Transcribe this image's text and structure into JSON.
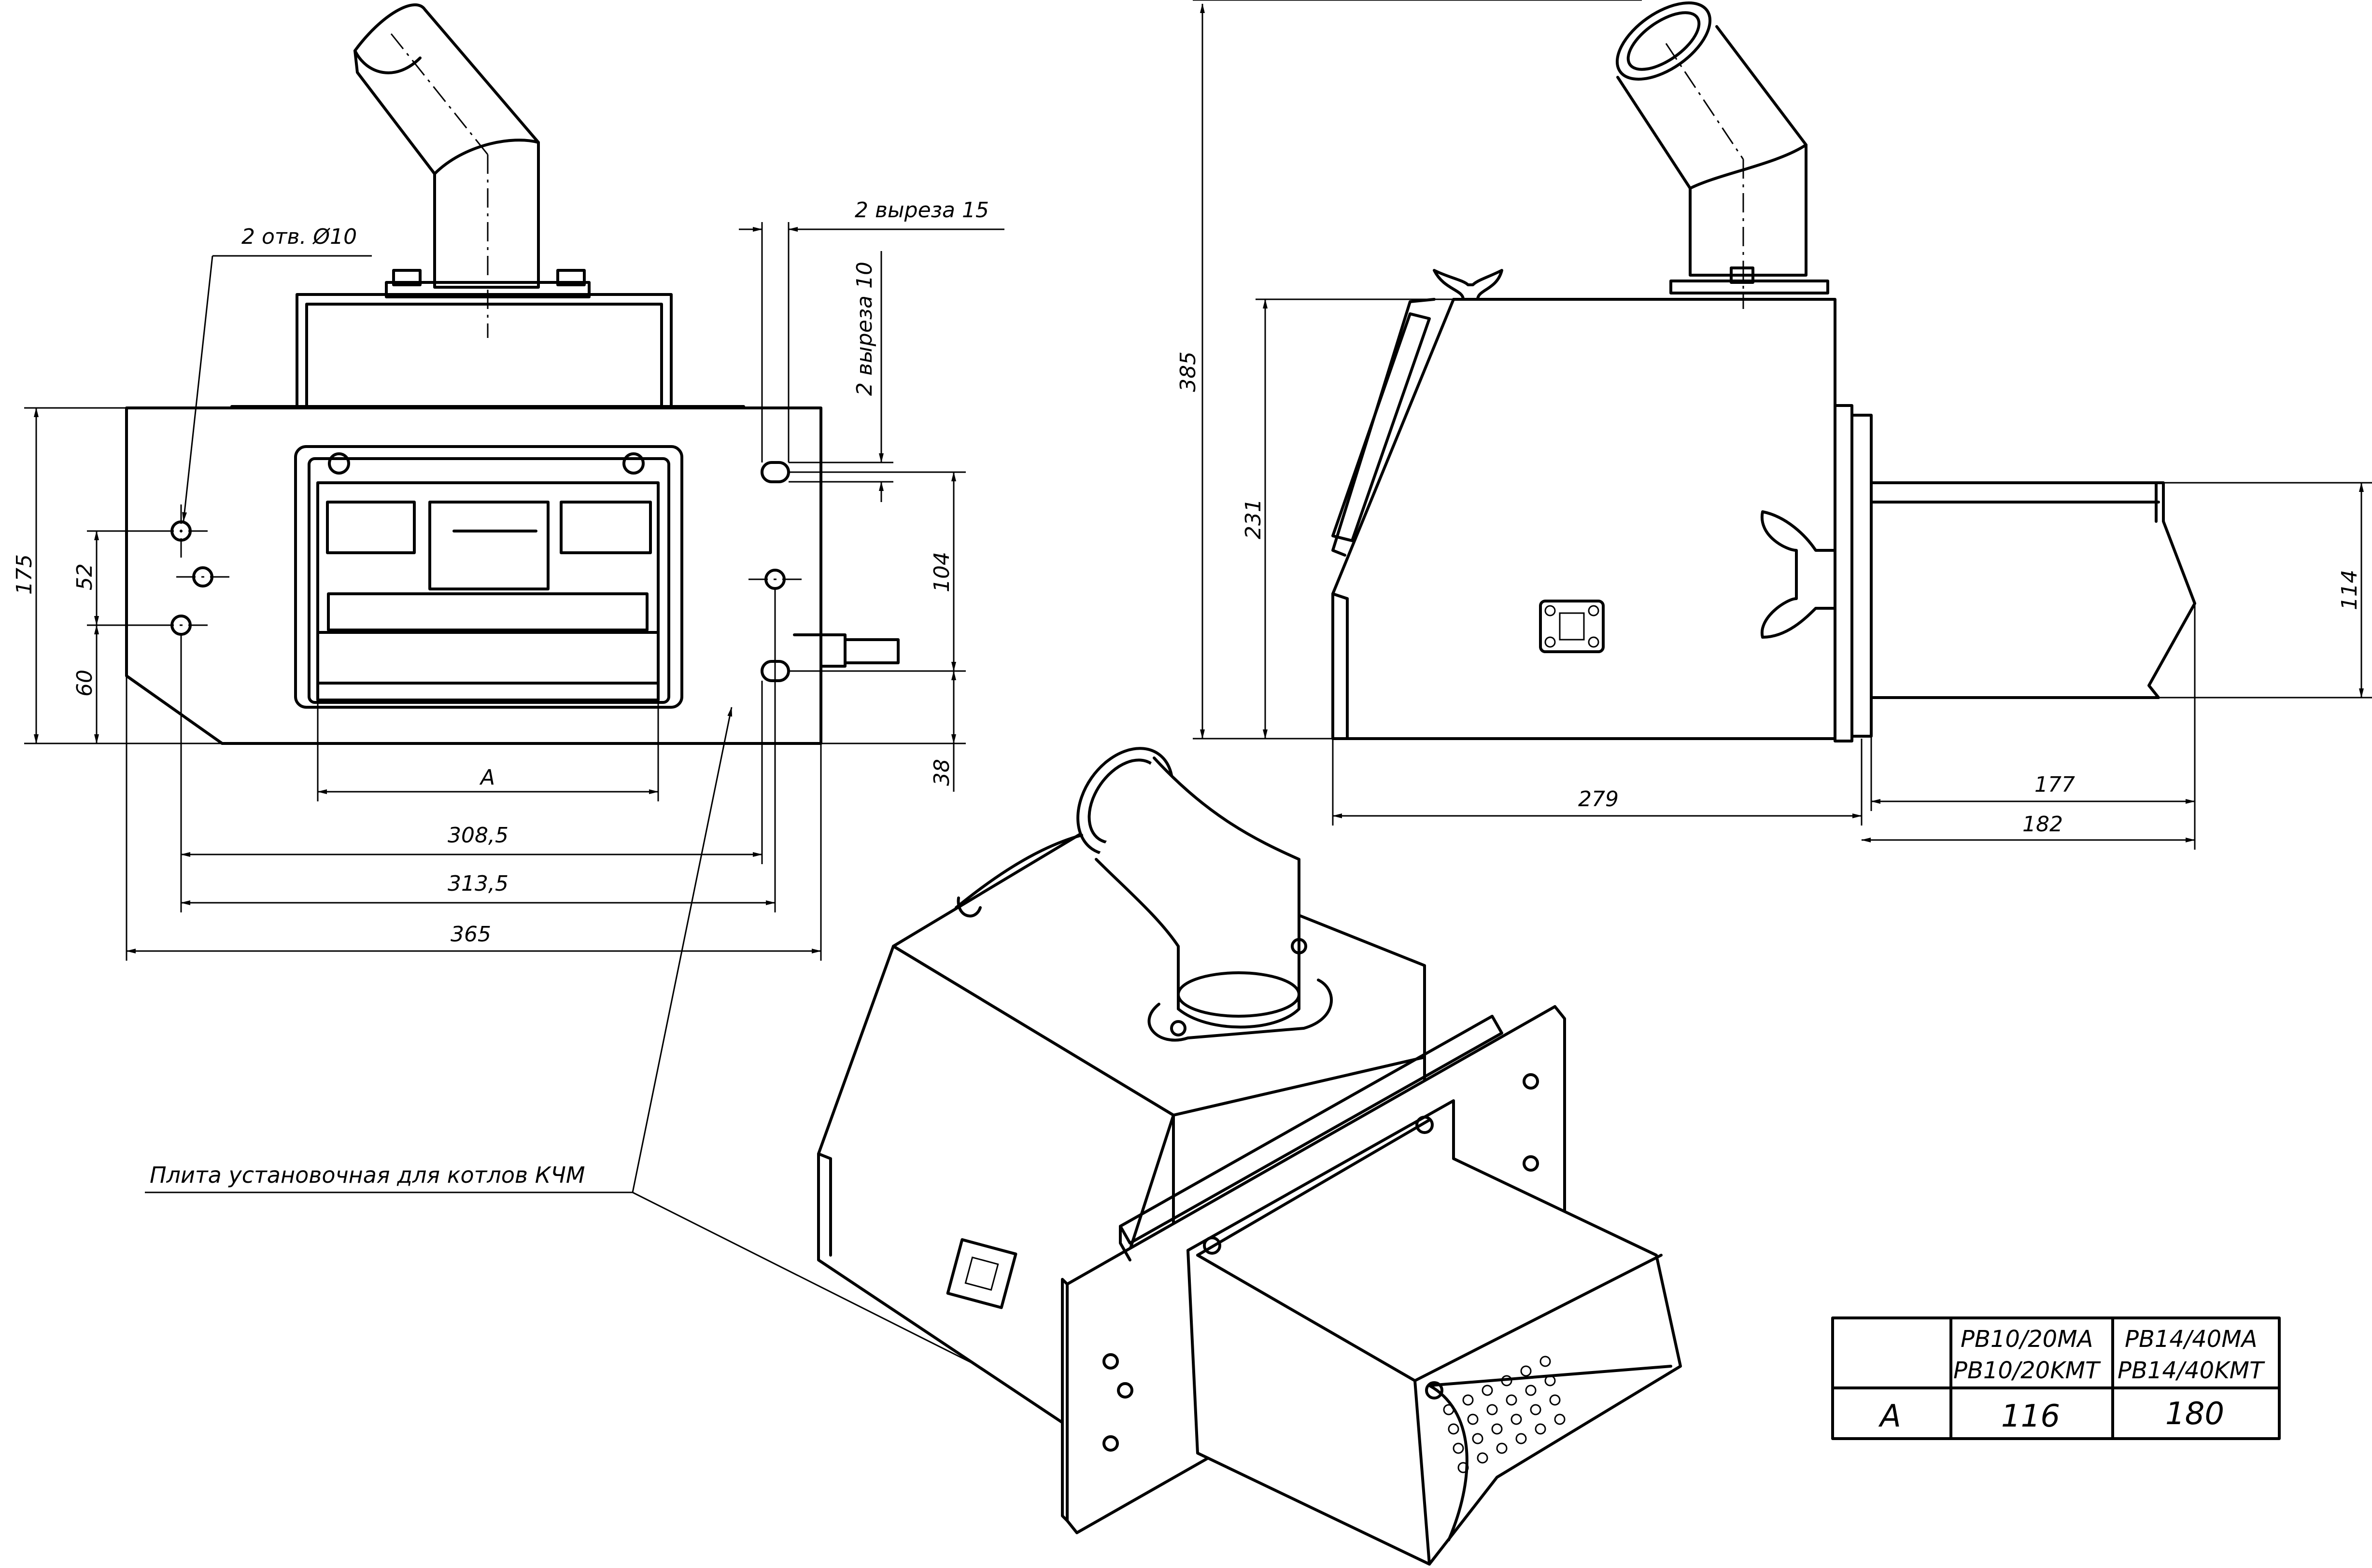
{
  "dimensions": {
    "front_width": "365",
    "front_height": "175",
    "holes_pitch_inner": "308,5",
    "holes_pitch_outer": "313,5",
    "opening_width": "A",
    "holes_vertical": "52",
    "holes_bottom": "60",
    "slots_vertical": "104",
    "slots_bottom": "38",
    "side_total_height": "385",
    "side_body_height": "231",
    "side_body_length": "279",
    "tube_height": "114",
    "tube_length": "177",
    "tube_total": "182"
  },
  "callouts": {
    "holes": "2 отв. Ø10",
    "cutouts_width": "2 выреза 15",
    "cutouts_height": "2 выреза 10",
    "plate": "Плита установочная для котлов КЧМ"
  },
  "table": {
    "col1_line1": "PB10/20MA",
    "col1_line2": "PB10/20KMT",
    "col2_line1": "PB14/40MA",
    "col2_line2": "PB14/40KMT",
    "row_label": "A",
    "val1": "116",
    "val2": "180"
  }
}
